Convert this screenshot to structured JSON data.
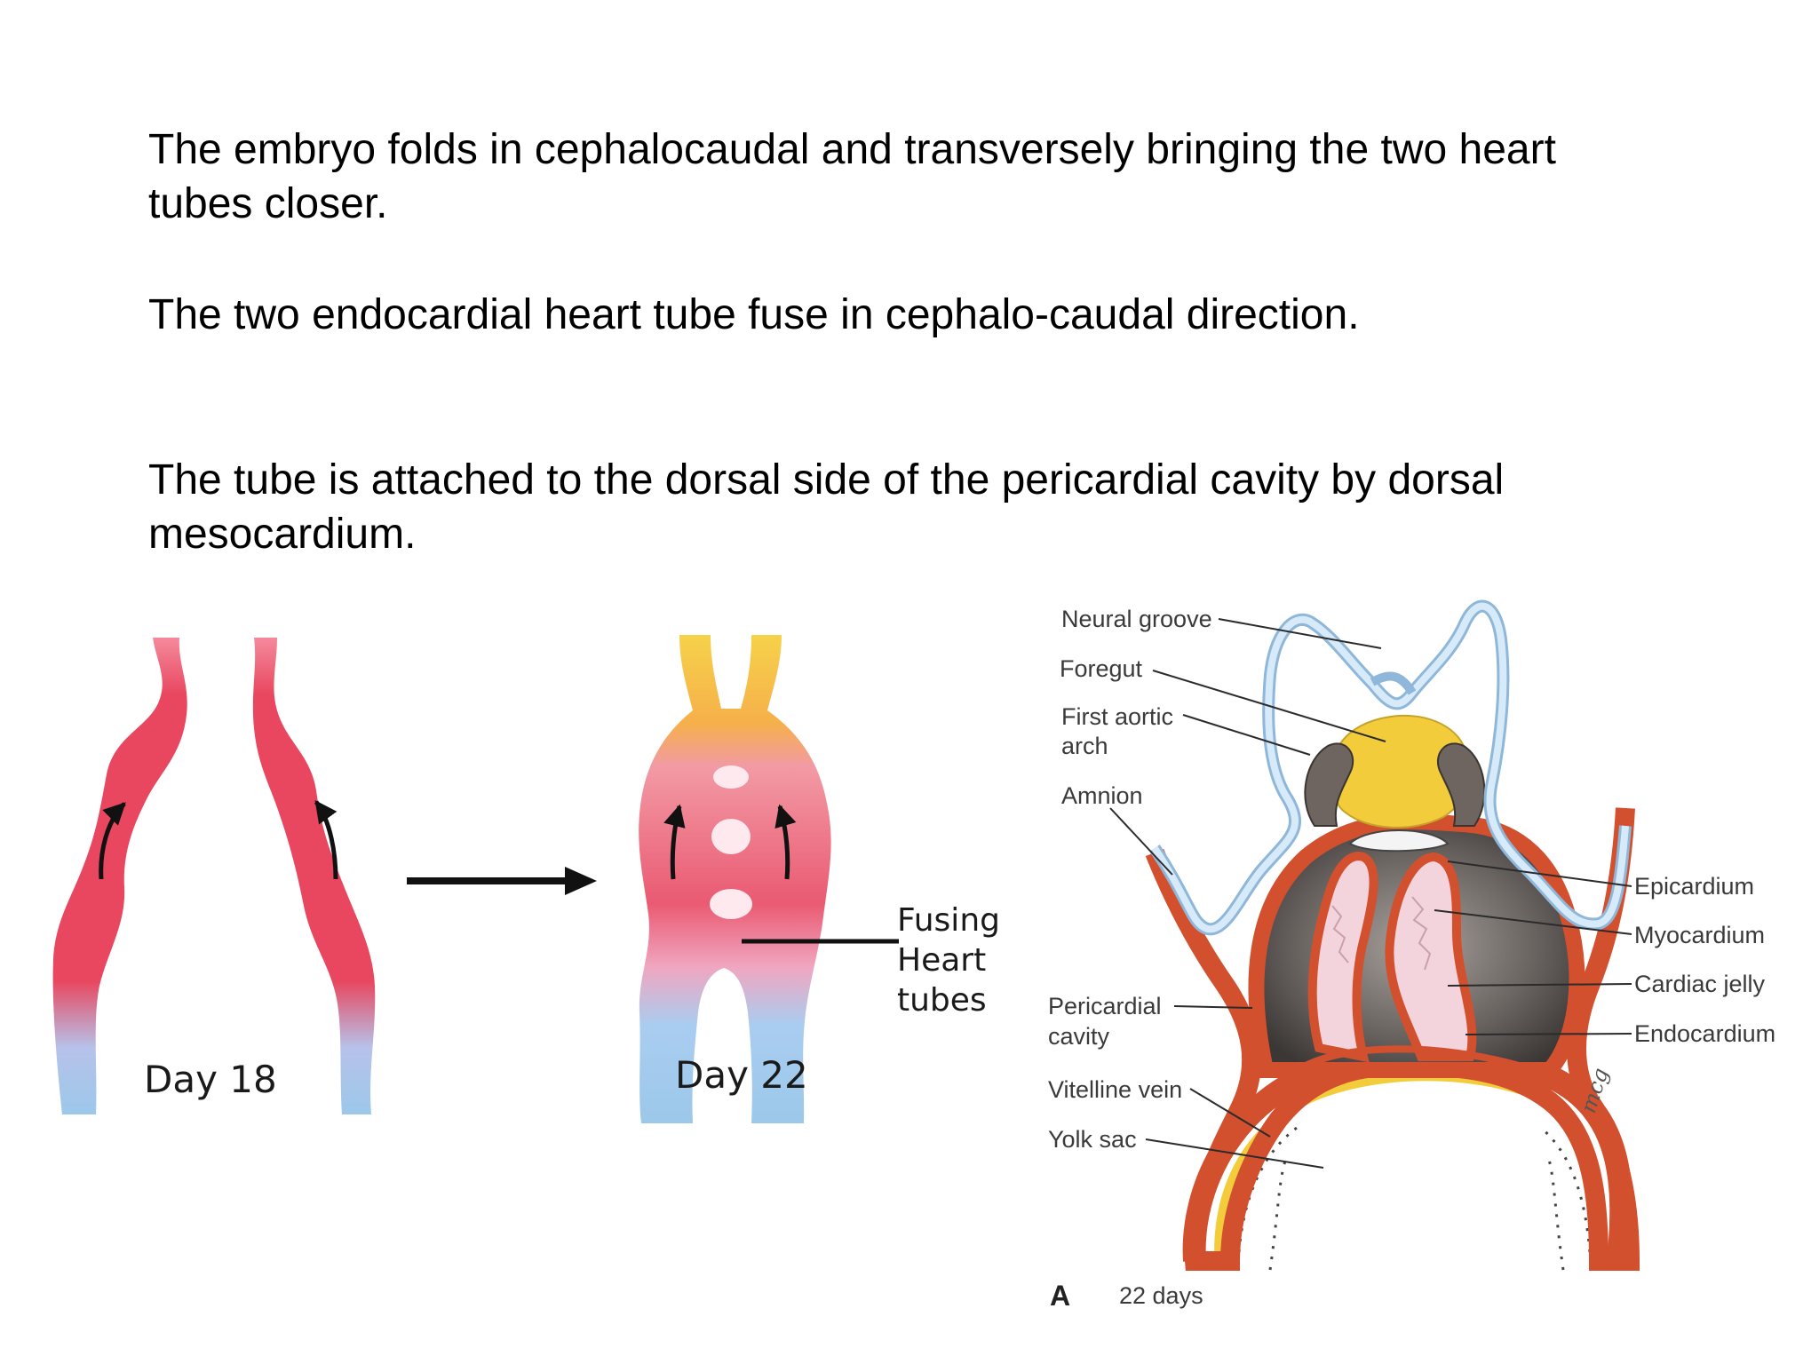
{
  "text": {
    "para1": "The embryo folds in cephalocaudal and transversely bringing the two heart tubes closer.",
    "para2": "The two endocardial heart tube fuse in cephalo-caudal direction.",
    "para3": "The tube is attached to the dorsal side of the pericardial cavity by dorsal mesocardium."
  },
  "left_figure": {
    "day18_label": "Day 18",
    "day22_label": "Day 22",
    "fusing_line1": "Fusing",
    "fusing_line2": "Heart",
    "fusing_line3": "tubes"
  },
  "right_figure": {
    "labels": {
      "neural_groove": "Neural groove",
      "foregut": "Foregut",
      "first_aortic_1": "First aortic",
      "first_aortic_2": "arch",
      "amnion": "Amnion",
      "pericardial_1": "Pericardial",
      "pericardial_2": "cavity",
      "vitelline_vein": "Vitelline vein",
      "yolk_sac": "Yolk sac",
      "epicardium": "Epicardium",
      "myocardium": "Myocardium",
      "cardiac_jelly": "Cardiac jelly",
      "endocardium": "Endocardium"
    },
    "panel_letter": "A",
    "caption": "22 days",
    "signature": "mcg"
  },
  "colors": {
    "tube_red": "#e8475f",
    "tube_blue": "#9cc8ea",
    "tube_yellow": "#f6d24a",
    "ectoderm_blue": "#b6d8f2",
    "mesoderm_red": "#d2502e",
    "endoderm_yellow": "#f2cc3a",
    "cavity_gray": "#5a5552",
    "jelly_pink": "#f4d4dc"
  }
}
